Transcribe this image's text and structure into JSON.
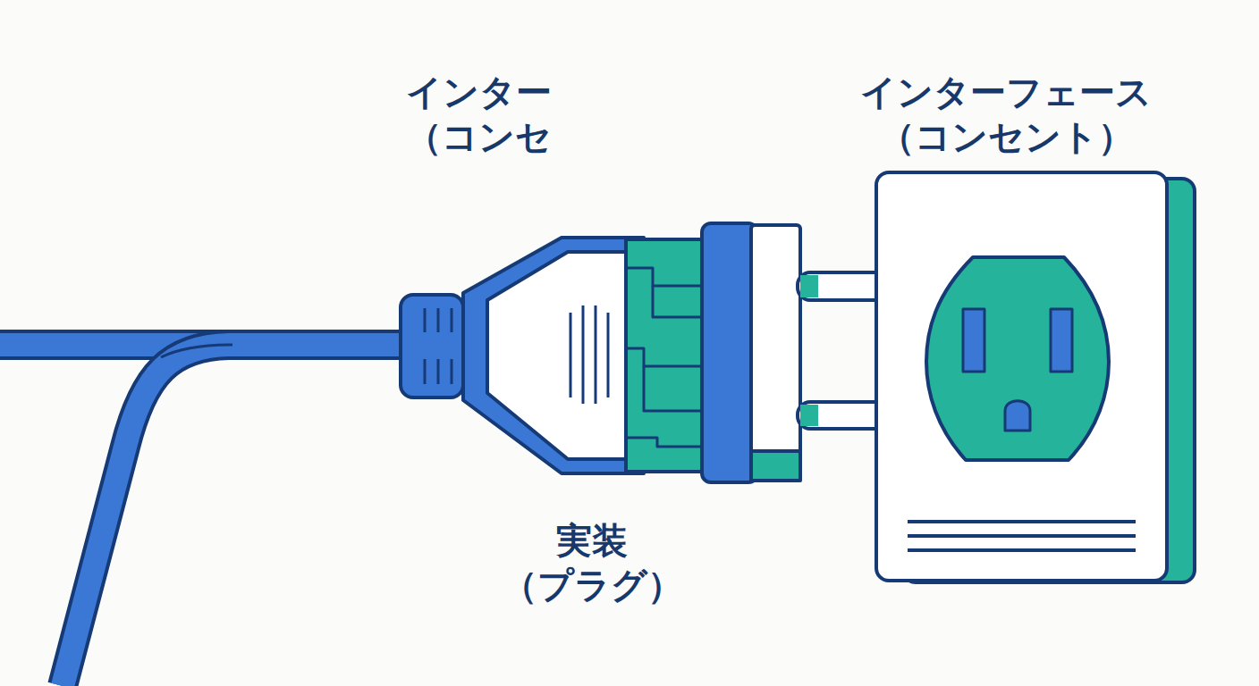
{
  "diagram": {
    "labels": [
      "インター （コンセ",
      "インターフェース （コンセント）",
      "実装（プラグ）"
    ]
  }
}
